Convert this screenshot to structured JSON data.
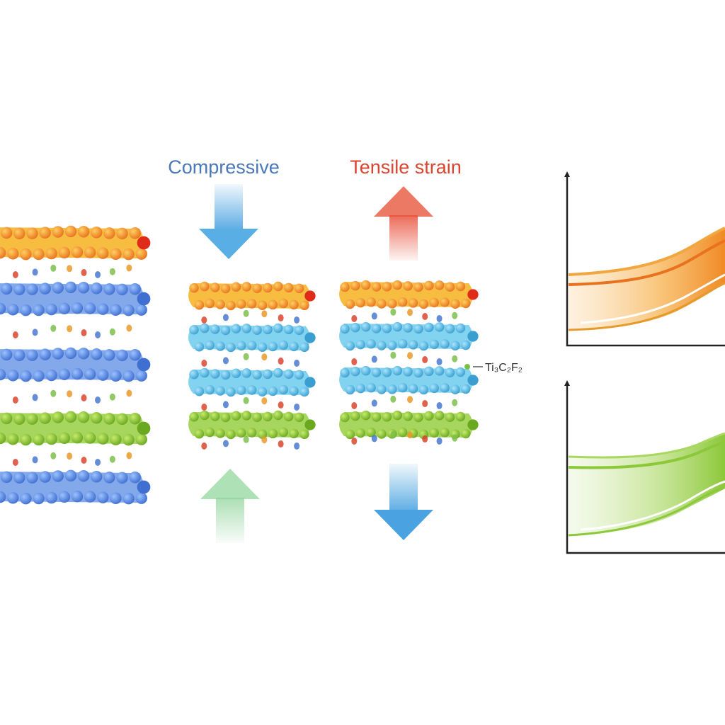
{
  "labels": {
    "compressive": "Compressive",
    "tensile": "Tensile strain",
    "material": "Ti₃C₂F₂"
  },
  "colors": {
    "compressive_text": "#4a78b8",
    "tensile_text": "#d9452f",
    "arrow_blue": "#4aa3e0",
    "arrow_red": "#e8503a",
    "arrow_green": "#8fd39a",
    "layer_orange": "#f4a020",
    "layer_orange_edge": "#e8521e",
    "layer_blue": "#5b8fe0",
    "layer_cyan": "#5cc4e8",
    "layer_green": "#8cc83a",
    "curve_orange": "#f08a24",
    "curve_green": "#8cc83a",
    "axis": "#222222"
  },
  "diagram": {
    "left_stack_layers": [
      "orange",
      "blue",
      "blue",
      "green",
      "blue"
    ],
    "middle_stack_layers": [
      "orange",
      "cyan",
      "cyan",
      "green"
    ],
    "right_stack_layers": [
      "orange",
      "cyan",
      "cyan",
      "green"
    ],
    "panels": [
      "orange-curve-plot",
      "green-curve-plot"
    ]
  }
}
